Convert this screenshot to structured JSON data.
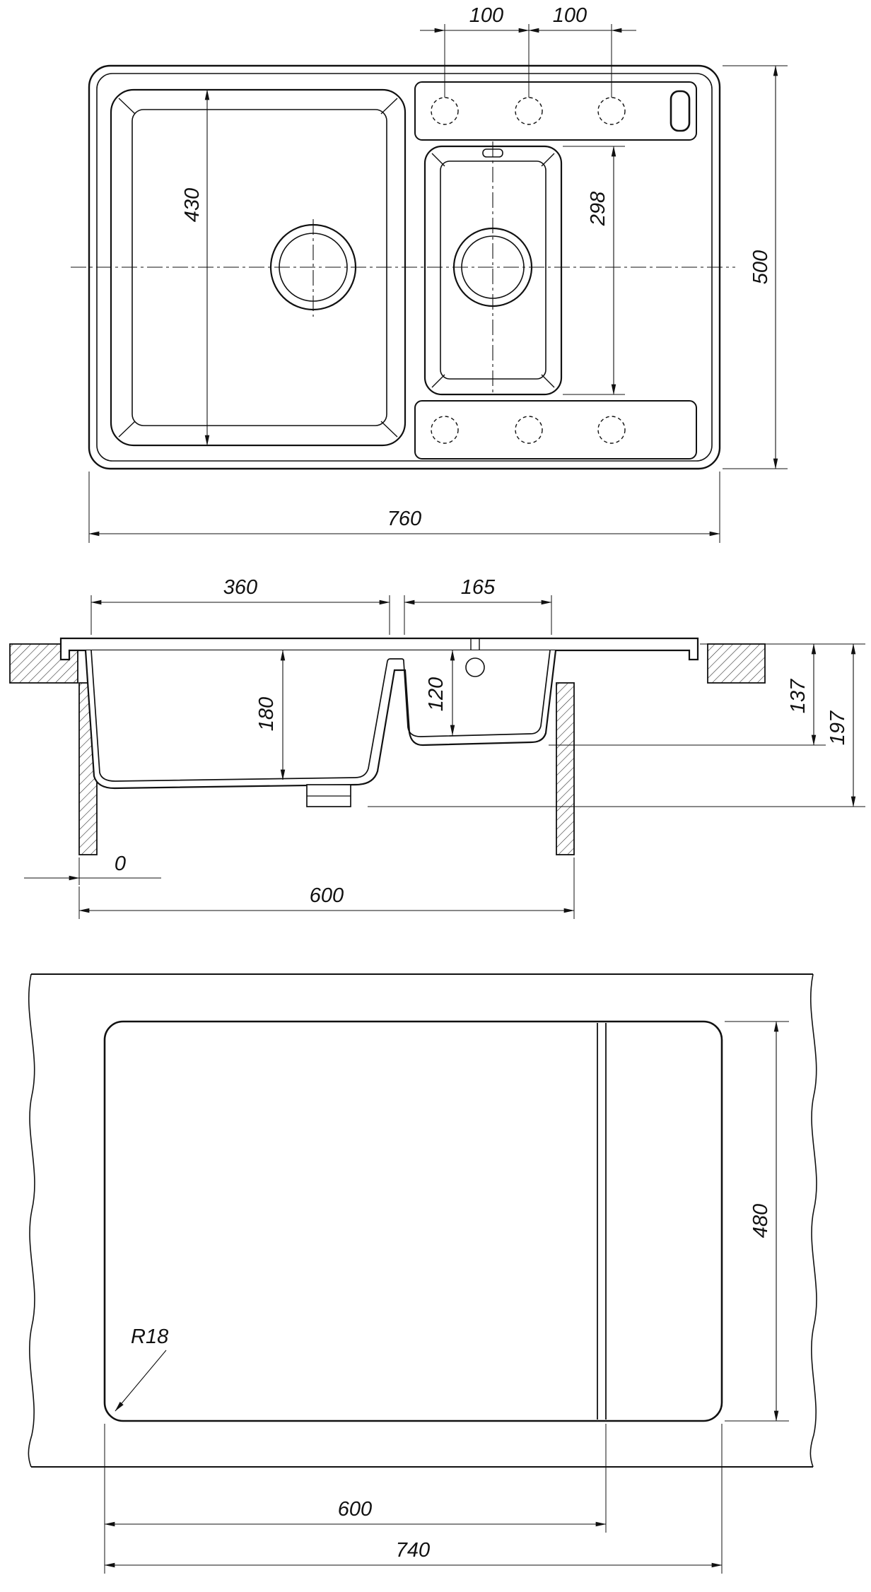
{
  "drawing": {
    "top_view": {
      "tap_pitch_left": "100",
      "tap_pitch_right": "100",
      "main_bowl_length": "430",
      "small_bowl_length": "298",
      "overall_depth": "500",
      "overall_width": "760"
    },
    "section_view": {
      "main_bowl_width": "360",
      "small_bowl_width": "165",
      "main_bowl_depth": "180",
      "small_bowl_depth": "120",
      "small_bowl_height": "137",
      "overall_height": "197",
      "edge_offset": "0",
      "cabinet_width": "600"
    },
    "bottom_view": {
      "corner_radius": "R18",
      "base_depth": "480",
      "cutout_width": "600",
      "base_width": "740"
    }
  }
}
